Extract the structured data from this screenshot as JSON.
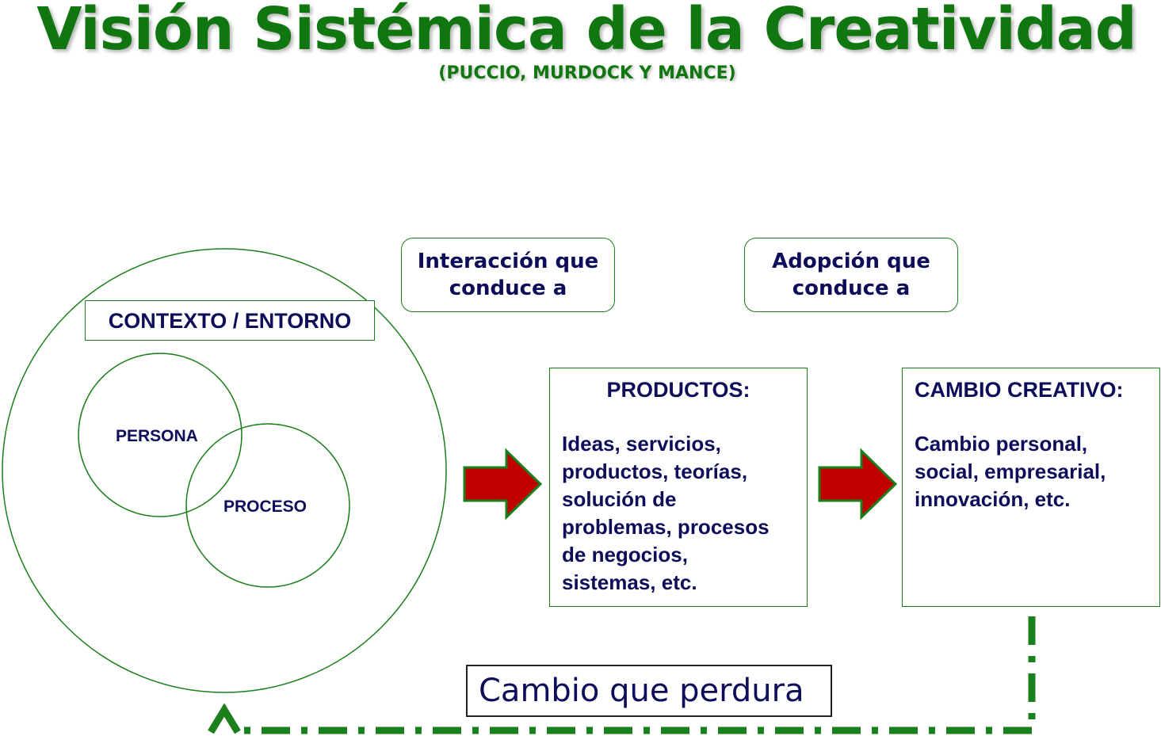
{
  "title": "Visión Sistémica de la Creatividad",
  "subtitle": "(PUCCIO, MURDOCK  Y MANCE)",
  "context_label": "CONTEXTO / ENTORNO",
  "persona_label": "PERSONA",
  "proceso_label": "PROCESO",
  "interaction_box": "Interacción que\nconduce a",
  "adoption_box": "Adopción que\nconduce a",
  "products_box": {
    "heading": "PRODUCTOS:",
    "body": "Ideas, servicios,\nproductos, teorías,\nsolución de\nproblemas, procesos\nde negocios,\nsistemas, etc."
  },
  "change_box": {
    "heading": "CAMBIO CREATIVO:",
    "body": "Cambio personal,\nsocial, empresarial,\ninnovación, etc."
  },
  "lasting_change": "Cambio que perdura",
  "colors": {
    "title_green": "#107710",
    "line_green": "#1b7f1b",
    "arrow_red": "#c00000",
    "dark_text": "#0d0d5a"
  }
}
